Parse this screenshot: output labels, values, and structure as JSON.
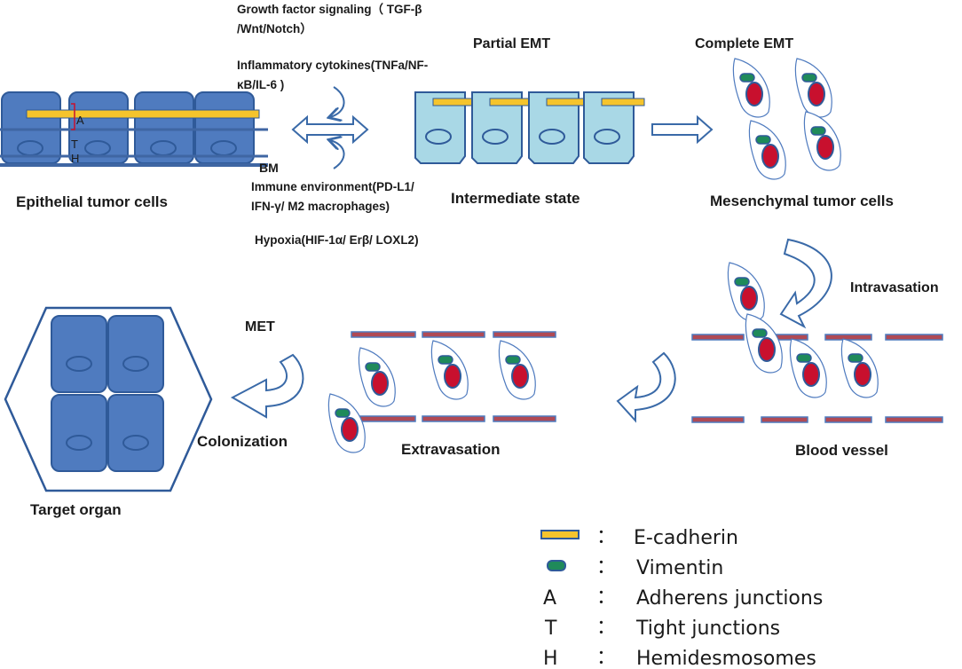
{
  "signals": {
    "growth_line1": "Growth factor signaling（ TGF-β",
    "growth_line2": "/Wnt/Notch）",
    "inflammatory_line1": "Inflammatory cytokines(TNFa/NF-",
    "inflammatory_line2": "κB/IL-6 )",
    "immune_line1": "Immune environment(PD-L1/",
    "immune_line2": "IFN-γ/ M2 macrophages)",
    "hypoxia": "Hypoxia(HIF-1α/ Erβ/ LOXL2)"
  },
  "labels": {
    "epithelial": "Epithelial tumor cells",
    "bm": "BM",
    "partial_emt": "Partial EMT",
    "intermediate": "Intermediate state",
    "complete_emt": "Complete EMT",
    "mesenchymal": "Mesenchymal tumor cells",
    "intravasation": "Intravasation",
    "blood_vessel": "Blood vessel",
    "extravasation": "Extravasation",
    "met": "MET",
    "colonization": "Colonization",
    "target_organ": "Target organ"
  },
  "junction_marks": {
    "a": "A",
    "t": "T",
    "h": "H"
  },
  "legend": [
    {
      "symbol": "E-cadherin bar",
      "sep": "：",
      "label": "E-cadherin"
    },
    {
      "symbol": "Vimentin pill",
      "sep": "：",
      "label": "Vimentin"
    },
    {
      "symbol": "A",
      "sep": "：",
      "label": "Adherens junctions"
    },
    {
      "symbol": "T",
      "sep": "：",
      "label": "Tight junctions"
    },
    {
      "symbol": "H",
      "sep": "：",
      "label": "Hemidesmosomes"
    }
  ],
  "colors": {
    "epithelial_cell": "#4f7bbf",
    "cell_border": "#2f5a99",
    "intermediate_cell": "#a9d8e6",
    "ecadherin": "#f5c42c",
    "vimentin": "#1f8a5a",
    "nucleus": "#c8102e",
    "vessel": "#b04a55"
  }
}
